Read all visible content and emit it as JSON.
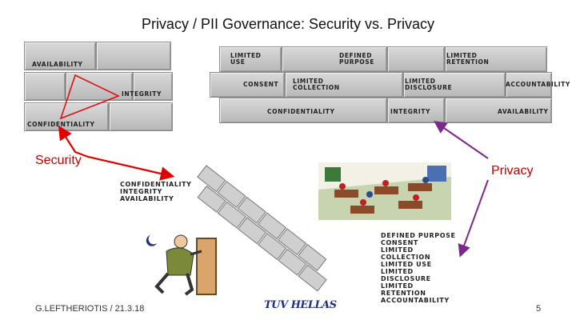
{
  "title": "Privacy / PII Governance: Security vs. Privacy",
  "security_wall": {
    "labels": [
      "AVAILABILITY",
      "INTEGRITY",
      "CONFIDENTIALITY"
    ]
  },
  "privacy_wall": {
    "labels": [
      "LIMITED USE",
      "DEFINED PURPOSE",
      "LIMITED RETENTION",
      "CONSENT",
      "LIMITED COLLECTION",
      "LIMITED DISCLOSURE",
      "ACCOUNTABILITY",
      "CONFIDENTIALITY",
      "INTEGRITY",
      "AVAILABILITY"
    ]
  },
  "security_label": "Security",
  "privacy_label": "Privacy",
  "security_list": [
    "CONFIDENTIALITY",
    "INTEGRITY",
    "AVAILABILITY"
  ],
  "privacy_list": [
    "DEFINED PURPOSE",
    "CONSENT",
    "LIMITED",
    "COLLECTION",
    "LIMITED USE",
    "LIMITED",
    "DISCLOSURE",
    "LIMITED",
    "RETENTION",
    "ACCOUNTABILITY"
  ],
  "footer": {
    "author": "G.LEFTHERIOTIS / 21.3.18",
    "logo": "TUV HELLAS",
    "page": "5"
  },
  "colors": {
    "arrow": "#e00000",
    "privacy_arrow": "#7a2a8a",
    "security_text": "#c00000"
  }
}
